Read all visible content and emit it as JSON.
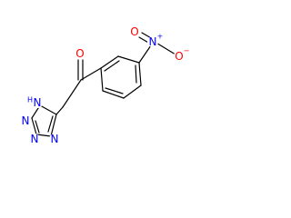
{
  "molecule": {
    "atoms": {
      "nitro_n": "N",
      "nitro_n_charge": "+",
      "nitro_o_top": "O",
      "nitro_o_right": "O",
      "nitro_o_right_charge": "−",
      "carbonyl_o": "O",
      "tetrazole_nh": "N",
      "tetrazole_nh_h": "H",
      "tetrazole_n2": "N",
      "tetrazole_n3": "N",
      "tetrazole_n4": "N"
    }
  },
  "colors": {
    "bond": "#000000",
    "nitrogen": "#0000ff",
    "oxygen": "#ff0000"
  }
}
